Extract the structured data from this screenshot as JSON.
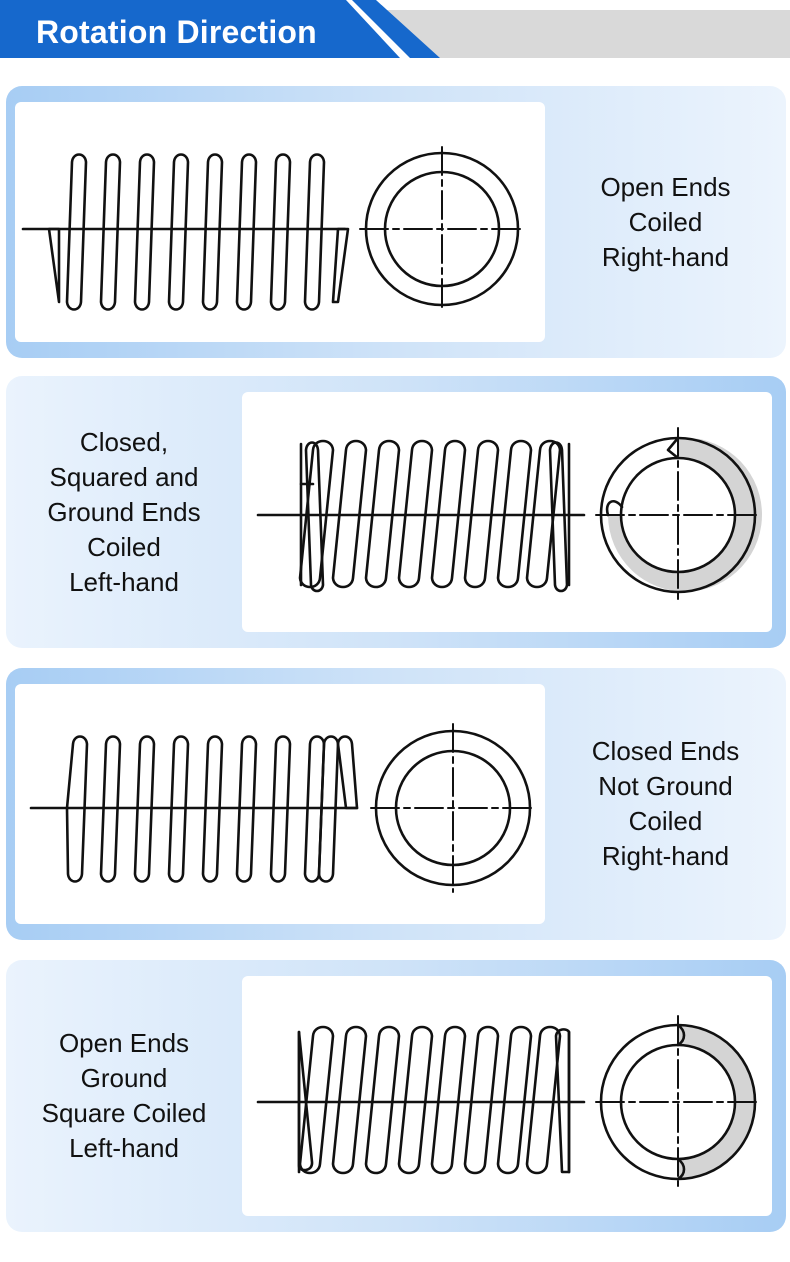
{
  "header": {
    "title": "Rotation Direction"
  },
  "colors": {
    "accent": "#1668cc",
    "card": "#a7cdf4",
    "ground": "#d4d4d4",
    "line": "#111111"
  },
  "cards": [
    {
      "id": "open-ends-right",
      "lines": [
        "Open Ends",
        "Coiled",
        "Right-hand"
      ],
      "hand": "right",
      "ends": "open",
      "ground": false
    },
    {
      "id": "closed-ground-left",
      "lines": [
        "Closed,",
        "Squared and",
        "Ground Ends",
        "Coiled",
        "Left-hand"
      ],
      "hand": "left",
      "ends": "closed",
      "ground": true
    },
    {
      "id": "closed-notground-right",
      "lines": [
        "Closed Ends",
        "Not Ground",
        "Coiled",
        "Right-hand"
      ],
      "hand": "right",
      "ends": "closed",
      "ground": false
    },
    {
      "id": "open-ground-left",
      "lines": [
        "Open Ends",
        "Ground",
        "Square Coiled",
        "Left-hand"
      ],
      "hand": "left",
      "ends": "open",
      "ground": true
    }
  ]
}
